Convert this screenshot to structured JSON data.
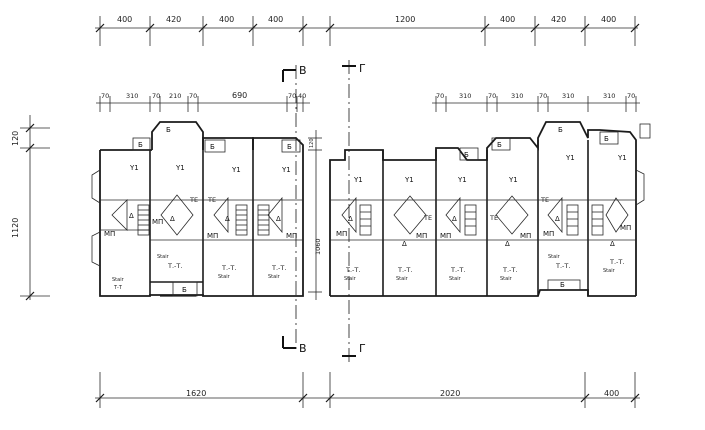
{
  "dimensions": {
    "top_overall_left": [
      "400",
      "420",
      "400",
      "400"
    ],
    "top_overall_right": [
      "1200",
      "400",
      "420",
      "400"
    ],
    "top_detail_left": [
      "70",
      "310",
      "70",
      "210",
      "70",
      "690",
      "70",
      "40"
    ],
    "top_detail_right": [
      "70",
      "310",
      "70",
      "310",
      "70",
      "310",
      "310",
      "70"
    ],
    "left_vertical": [
      "120",
      "1120"
    ],
    "center_vertical": [
      "120",
      "1060"
    ],
    "bottom": [
      "1620",
      "2020",
      "400"
    ]
  },
  "section_marks": {
    "left": "В",
    "right": "Г"
  },
  "room_labels": {
    "living": "Y1",
    "kitchen": "МП",
    "balcony": "Б",
    "bath": "ТЕ",
    "stair": "Δ"
  },
  "unit_notes": {
    "left_end_top": "Stair",
    "left_end_bottom": "Т-Т",
    "typical": "Т.-Т.",
    "typical_sub": "Stair"
  }
}
